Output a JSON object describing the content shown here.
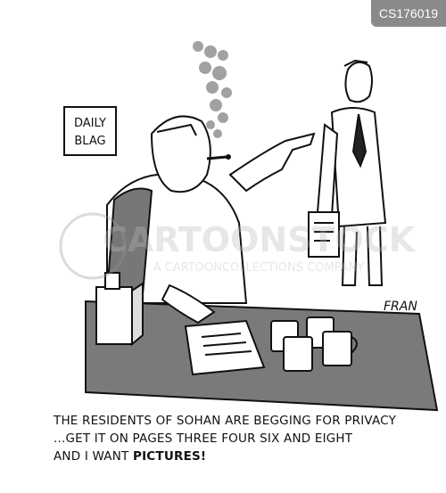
{
  "badge": {
    "id": "CS176019"
  },
  "sign": {
    "line1": "DAILY",
    "line2": "BLAG"
  },
  "signature": "FRAN",
  "watermark": {
    "brand": "CARTOONSTOCK",
    "sub": "A CARTOONCOLLECTIONS COMPANY"
  },
  "caption": {
    "line1": "THE RESIDENTS OF SOHAN ARE BEGGING FOR PRIVACY",
    "line2": "...GET IT ON PAGES THREE FOUR SIX AND EIGHT",
    "line3_prefix": "AND I WANT ",
    "line3_emph": "PICTURES!"
  },
  "colors": {
    "ink": "#111111",
    "desk": "#7a7a7a",
    "badge": "#8a8a8a"
  }
}
